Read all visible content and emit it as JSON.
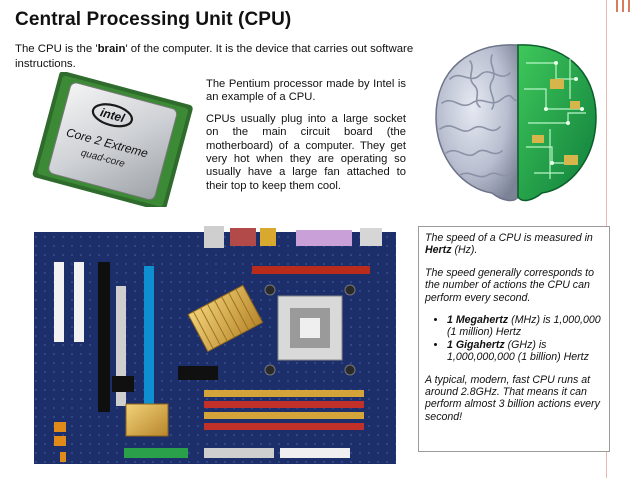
{
  "title": "Central Processing Unit (CPU)",
  "intro": {
    "before": "The CPU is the '",
    "bold": "brain",
    "after": "' of the computer. It is the device that carries out software instructions."
  },
  "cpu_text": {
    "p1": "The Pentium processor made by Intel is an example of a CPU.",
    "p2": "CPUs usually plug into a large socket on the main circuit board (the motherboard) of a computer. They get very hot when they are operating so usually have a large fan attached to their top to keep them cool."
  },
  "chip_label": {
    "brand": "intel",
    "line1": "Core 2 Extreme",
    "line2": "quad-core"
  },
  "info_box": {
    "p1_before": "The speed of a CPU is measured in ",
    "p1_bold": "Hertz",
    "p1_after": " (Hz).",
    "p2": "The speed generally corresponds to the number of actions the CPU can perform every second.",
    "bullet1_bold": "1 Megahertz",
    "bullet1_rest": " (MHz) is 1,000,000 (1 million) Hertz",
    "bullet2_bold": "1 Gigahertz",
    "bullet2_rest": " (GHz) is 1,000,000,000 (1 billion) Hertz",
    "p3": "A typical, modern, fast CPU runs at around 2.8GHz. That means it can perform almost 3 billion actions every second!"
  },
  "colors": {
    "accent_rule": "#d77b62",
    "board_blue": "#1d2f6b",
    "pcb_green": "#1f9a3d"
  },
  "images": {
    "chip": "intel-core-2-extreme-cpu",
    "brain": "brain-half-circuit-board",
    "motherboard": "computer-motherboard"
  }
}
